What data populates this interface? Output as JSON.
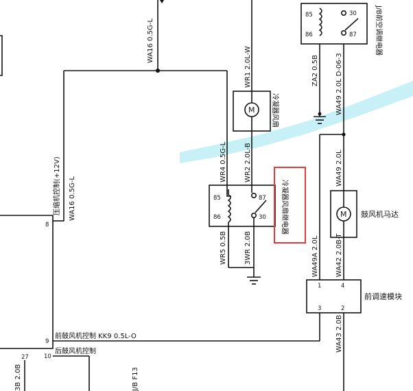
{
  "wire_labels": {
    "wa16_top": "WA16 0.5G-L",
    "wa16_left": "WA16 0.5G-L",
    "wr1": "WR1 2.0L-W",
    "wr2": "WR2 2.0L-B",
    "wr4": "WR4 0.5G-L",
    "wr5": "WR5 0.5B",
    "wr3": "3WR 2.0B",
    "za2": "ZA2 0.5B",
    "wa49_top": "WA49 2.0L D-06-3",
    "wa49_mid": "WA49 2.0L",
    "wa49a": "WA49A 2.0L",
    "wa42": "WA42 2.0B-T",
    "wa43": "WA43 2.0B",
    "bottom_left": "3B 2.0B",
    "jb_f13": "J/B F13"
  },
  "labels": {
    "compressor_control": "压缩机控制(+12V)",
    "condenser_fan": "冷凝器风扇",
    "condenser_relay": "冷凝器风扇继电器",
    "jb_relay": "J/B前空调继电器",
    "blower_motor": "鼓风机马达",
    "speed_module": "前调速模块",
    "front_blower_ctrl": "前鼓风机控制 KK9 0.5L-O",
    "rear_blower_ctrl": "后鼓风机控制"
  },
  "pins": {
    "p8": "8",
    "p9": "9",
    "p10": "10",
    "p27": "27",
    "r85": "85",
    "r86": "86",
    "r87": "87",
    "r30": "30",
    "t85": "85",
    "t86": "86",
    "t30": "30",
    "t87": "87",
    "m1": "1",
    "m2": "2",
    "m3": "3",
    "m4": "4"
  },
  "symbols": {
    "motor": "M"
  },
  "colors": {
    "line": "#111111",
    "highlight": "#e53935",
    "pen_stroke": "#bdeef5"
  }
}
